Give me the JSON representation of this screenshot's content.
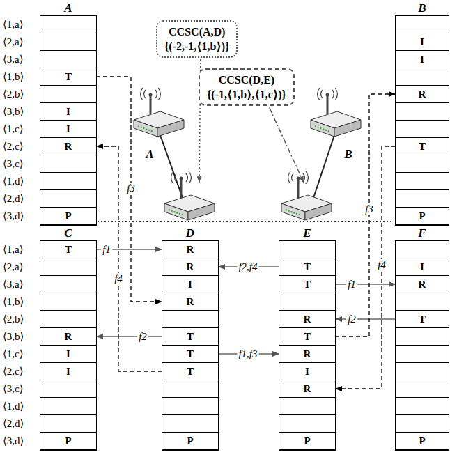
{
  "diagram": {
    "nodes": [
      {
        "text": [
          "A"
        ]
      },
      {
        "text": [
          "T"
        ],
        "in": 0
      },
      {
        "text": [
          "I"
        ],
        "in": 0
      },
      {
        "text": [
          "I"
        ],
        "in": 0
      },
      {
        "text": [
          "R"
        ],
        "in": 0
      },
      {
        "text": [
          "P"
        ],
        "in": 0
      },
      {
        "text": [
          "B"
        ]
      },
      {
        "text": [
          "I"
        ],
        "in": 6
      },
      {
        "text": [
          "I"
        ],
        "in": 6
      },
      {
        "text": [
          "R"
        ],
        "in": 6
      },
      {
        "text": [
          "T"
        ],
        "in": 6
      },
      {
        "text": [
          "P"
        ],
        "in": 6
      },
      {
        "text": [
          "CCSC(A,D)",
          "{(-2,-1,⟨1,b⟩)}"
        ]
      },
      {
        "text": [
          "CCSC(D,E)",
          "{(-1,⟨1,b⟩,⟨1,c⟩)}"
        ]
      },
      {
        "text": [
          "C"
        ]
      },
      {
        "text": [
          "T"
        ],
        "in": 14
      },
      {
        "text": [
          "R"
        ],
        "in": 14
      },
      {
        "text": [
          "I"
        ],
        "in": 14
      },
      {
        "text": [
          "I"
        ],
        "in": 14
      },
      {
        "text": [
          "P"
        ],
        "in": 14
      },
      {
        "text": [
          "D"
        ]
      },
      {
        "text": [
          "R"
        ],
        "in": 20
      },
      {
        "text": [
          "R"
        ],
        "in": 20
      },
      {
        "text": [
          "I"
        ],
        "in": 20
      },
      {
        "text": [
          "R"
        ],
        "in": 20
      },
      {
        "text": [
          "T"
        ],
        "in": 20
      },
      {
        "text": [
          "T"
        ],
        "in": 20
      },
      {
        "text": [
          "T"
        ],
        "in": 20
      },
      {
        "text": [
          "P"
        ],
        "in": 20
      },
      {
        "text": [
          "E"
        ]
      },
      {
        "text": [
          "T"
        ],
        "in": 29
      },
      {
        "text": [
          "T"
        ],
        "in": 29
      },
      {
        "text": [
          "R"
        ],
        "in": 29
      },
      {
        "text": [
          "T"
        ],
        "in": 29
      },
      {
        "text": [
          "R"
        ],
        "in": 29
      },
      {
        "text": [
          "I"
        ],
        "in": 29
      },
      {
        "text": [
          "R"
        ],
        "in": 29
      },
      {
        "text": [
          "P"
        ],
        "in": 29
      },
      {
        "text": [
          "F"
        ]
      },
      {
        "text": [
          "I"
        ],
        "in": 38
      },
      {
        "text": [
          "R"
        ],
        "in": 38
      },
      {
        "text": [
          "T"
        ],
        "in": 38
      },
      {
        "text": [
          "P"
        ],
        "in": 38
      }
    ],
    "edges": [
      {
        "from": 15,
        "to": 21,
        "arrow": "to",
        "label": "f1"
      },
      {
        "from": 30,
        "to": 22,
        "arrow": "to",
        "label": "f2,f4"
      },
      {
        "from": 1,
        "to": 24,
        "arrow": "to",
        "label": "f3"
      },
      {
        "from": 25,
        "to": 16,
        "arrow": "to",
        "label": "f2"
      },
      {
        "from": 26,
        "to": 34,
        "arrow": "to",
        "label": "f1,f3"
      },
      {
        "from": 27,
        "to": 4,
        "arrow": "to",
        "label": "f4"
      },
      {
        "from": 31,
        "to": 40,
        "arrow": "to",
        "label": "f1"
      },
      {
        "from": 41,
        "to": 32,
        "arrow": "to",
        "label": "f2"
      },
      {
        "from": 33,
        "to": 9,
        "arrow": "to",
        "label": "f3"
      },
      {
        "from": 10,
        "to": 36,
        "arrow": "to",
        "label": "f4"
      }
    ],
    "labels": [
      "⟨1,a⟩",
      "⟨2,a⟩",
      "⟨3,a⟩",
      "⟨1,b⟩",
      "⟨2,b⟩",
      "⟨3,b⟩",
      "⟨1,c⟩",
      "⟨2,c⟩",
      "⟨3,c⟩",
      "⟨1,d⟩",
      "⟨2,d⟩",
      "⟨3,d⟩",
      "A",
      "B",
      "⟨1,a⟩",
      "⟨2,a⟩",
      "⟨3,a⟩",
      "⟨1,b⟩",
      "⟨2,b⟩",
      "⟨3,b⟩",
      "⟨1,c⟩",
      "⟨2,c⟩",
      "⟨3,c⟩",
      "⟨1,d⟩",
      "⟨2,d⟩",
      "⟨3,d⟩"
    ]
  }
}
